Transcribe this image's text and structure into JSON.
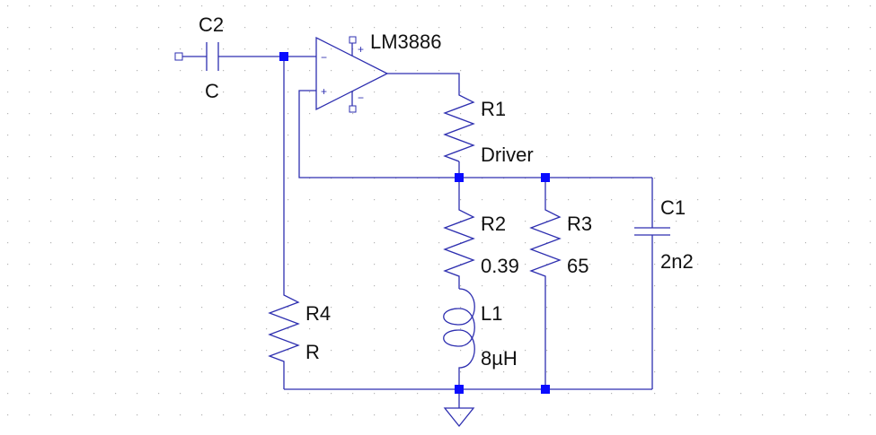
{
  "colors": {
    "wire": "#2e2fb0",
    "junction": "#0a0cff",
    "text": "#111111",
    "grid_dot": "#b5b5b5",
    "background": "#ffffff"
  },
  "opamp": {
    "name": "LM3886",
    "minus_sign": "−",
    "plus_sign": "+"
  },
  "components": {
    "C2": {
      "name": "C2",
      "value": "C"
    },
    "R1": {
      "name": "R1",
      "value": "Driver"
    },
    "R2": {
      "name": "R2",
      "value": "0.39"
    },
    "R3": {
      "name": "R3",
      "value": "65"
    },
    "C1": {
      "name": "C1",
      "value": "2n2"
    },
    "L1": {
      "name": "L1",
      "value": "8µH"
    },
    "R4": {
      "name": "R4",
      "value": "R"
    }
  }
}
